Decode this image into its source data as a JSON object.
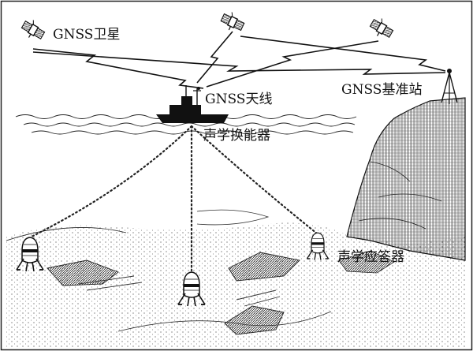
{
  "labels": {
    "satellite": "GNSS卫星",
    "antenna": "GNSS天线",
    "base_station": "GNSS基准站",
    "transducer": "声学换能器",
    "transponder": "声学应答器"
  },
  "colors": {
    "ink": "#111111",
    "paper": "#ffffff",
    "frame": "#222222"
  },
  "icons": [
    "satellite-icon",
    "ship-icon",
    "antenna-tower-icon",
    "transponder-icon",
    "cliff-icon",
    "seafloor-icon",
    "wave-icon"
  ]
}
